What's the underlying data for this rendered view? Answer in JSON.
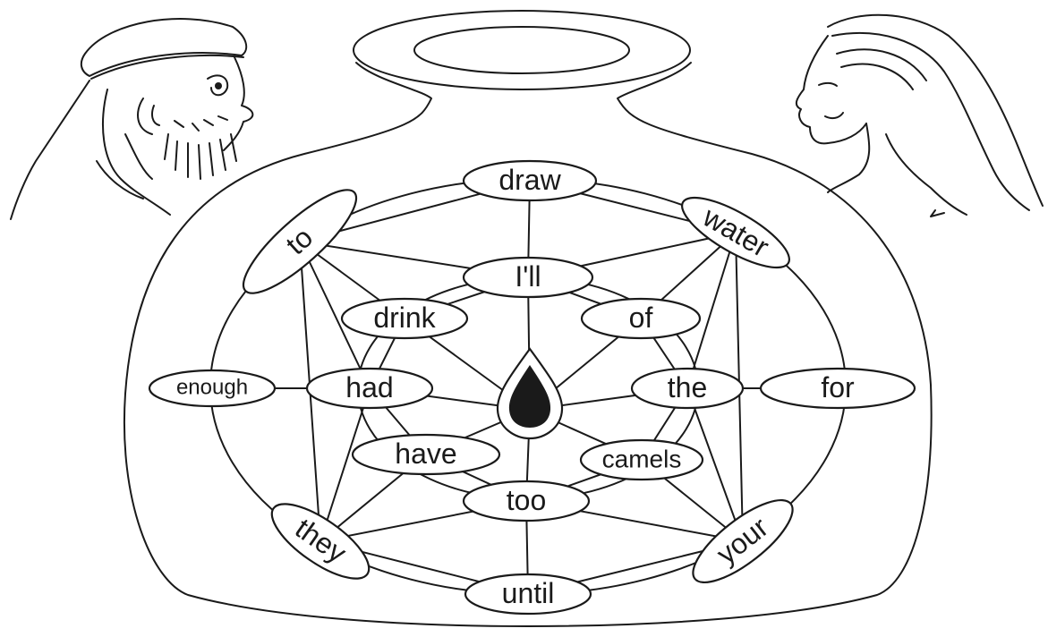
{
  "puzzle": {
    "center_icon": "water-drop-icon",
    "ink_color": "#1a1a1a",
    "background_color": "#ffffff",
    "words": {
      "draw": "draw",
      "water": "water",
      "ill": "I'll",
      "to": "to",
      "drink": "drink",
      "of": "of",
      "enough": "enough",
      "had": "had",
      "the": "the",
      "for": "for",
      "have": "have",
      "camels": "camels",
      "too": "too",
      "they": "they",
      "your": "your",
      "until": "until"
    }
  }
}
